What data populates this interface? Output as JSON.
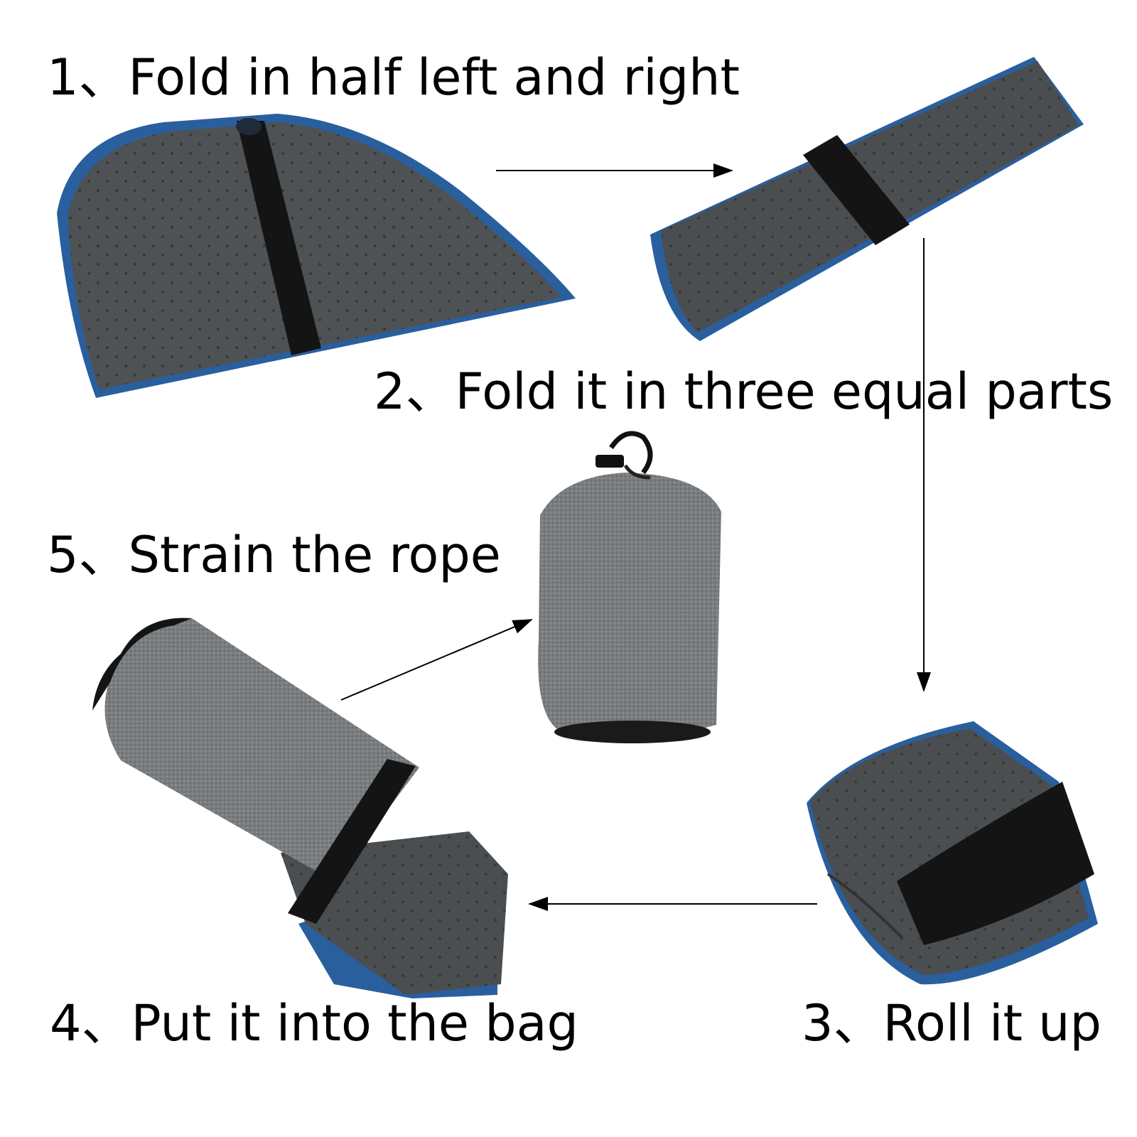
{
  "steps": [
    {
      "id": 1,
      "label": "1、Fold in half left and right"
    },
    {
      "id": 2,
      "label": "2、Fold it in three equal parts"
    },
    {
      "id": 3,
      "label": "3、Roll it up"
    },
    {
      "id": 4,
      "label": "4、Put it into the bag"
    },
    {
      "id": 5,
      "label": "5、Strain the rope"
    }
  ],
  "colors": {
    "background": "#ffffff",
    "pad_gray": "#4e5254",
    "pad_dark": "#3a3d3f",
    "pad_blue": "#2a5f9e",
    "bag_gray": "#777a7c",
    "strap_black": "#141414",
    "arrow": "#000000"
  },
  "icons": [
    "arrow-right-icon",
    "arrow-down-icon",
    "arrow-left-icon",
    "arrow-diagonal-icon"
  ]
}
